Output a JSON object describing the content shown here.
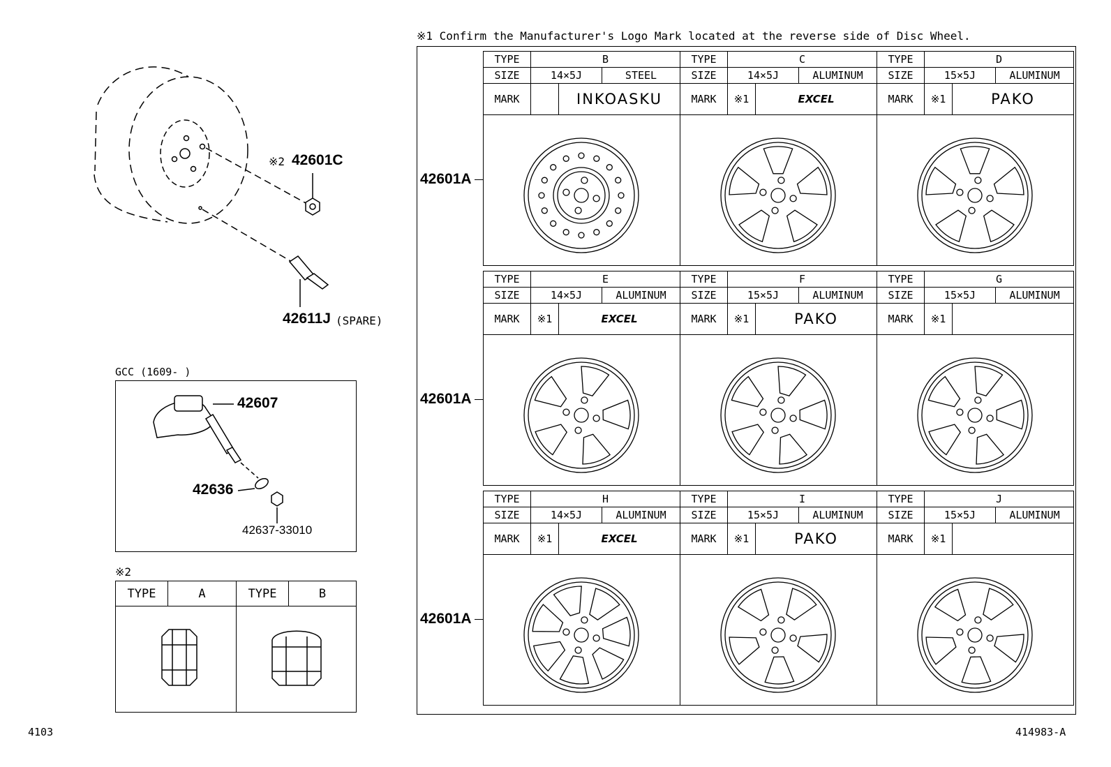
{
  "footnote1": "※1  Confirm the Manufacturer's Logo Mark located at the reverse side of Disc Wheel.",
  "labels": {
    "type": "TYPE",
    "size": "SIZE",
    "mark": "MARK",
    "note_mark": "※1"
  },
  "wheel_rows": [
    {
      "part": "42601A",
      "wheels": [
        {
          "type": "B",
          "size": "14×5J",
          "material": "STEEL",
          "note": "",
          "logo": "INKOASKU",
          "icon": "steel-wheel-icon"
        },
        {
          "type": "C",
          "size": "14×5J",
          "material": "ALUMINUM",
          "note": "※1",
          "logo": "EXCEL",
          "icon": "alloy-wheel-icon"
        },
        {
          "type": "D",
          "size": "15×5J",
          "material": "ALUMINUM",
          "note": "※1",
          "logo": "PAKO",
          "icon": "alloy-wheel-icon"
        }
      ]
    },
    {
      "part": "42601A",
      "wheels": [
        {
          "type": "E",
          "size": "14×5J",
          "material": "ALUMINUM",
          "note": "※1",
          "logo": "EXCEL",
          "icon": "alloy-wheel-icon"
        },
        {
          "type": "F",
          "size": "15×5J",
          "material": "ALUMINUM",
          "note": "※1",
          "logo": "PAKO",
          "icon": "alloy-wheel-icon"
        },
        {
          "type": "G",
          "size": "15×5J",
          "material": "ALUMINUM",
          "note": "※1",
          "logo": "",
          "icon": "alloy-wheel-icon"
        }
      ]
    },
    {
      "part": "42601A",
      "wheels": [
        {
          "type": "H",
          "size": "14×5J",
          "material": "ALUMINUM",
          "note": "※1",
          "logo": "EXCEL",
          "icon": "alloy-wheel-icon"
        },
        {
          "type": "I",
          "size": "15×5J",
          "material": "ALUMINUM",
          "note": "※1",
          "logo": "PAKO",
          "icon": "alloy-wheel-icon"
        },
        {
          "type": "J",
          "size": "15×5J",
          "material": "ALUMINUM",
          "note": "※1",
          "logo": "",
          "icon": "alloy-wheel-icon"
        }
      ]
    }
  ],
  "top_left": {
    "nut_note": "※2",
    "nut_part": "42601C",
    "valve_part": "42611J",
    "valve_note": "(SPARE)"
  },
  "gcc": {
    "title": "GCC (1609-    )",
    "sensor_part": "42607",
    "washer_part": "42636",
    "nut_part": "42637-33010"
  },
  "note2": {
    "title": "※2",
    "type_label": "TYPE",
    "type_a": "A",
    "type_b": "B"
  },
  "footer": {
    "page": "4103",
    "ref": "414983-A"
  }
}
